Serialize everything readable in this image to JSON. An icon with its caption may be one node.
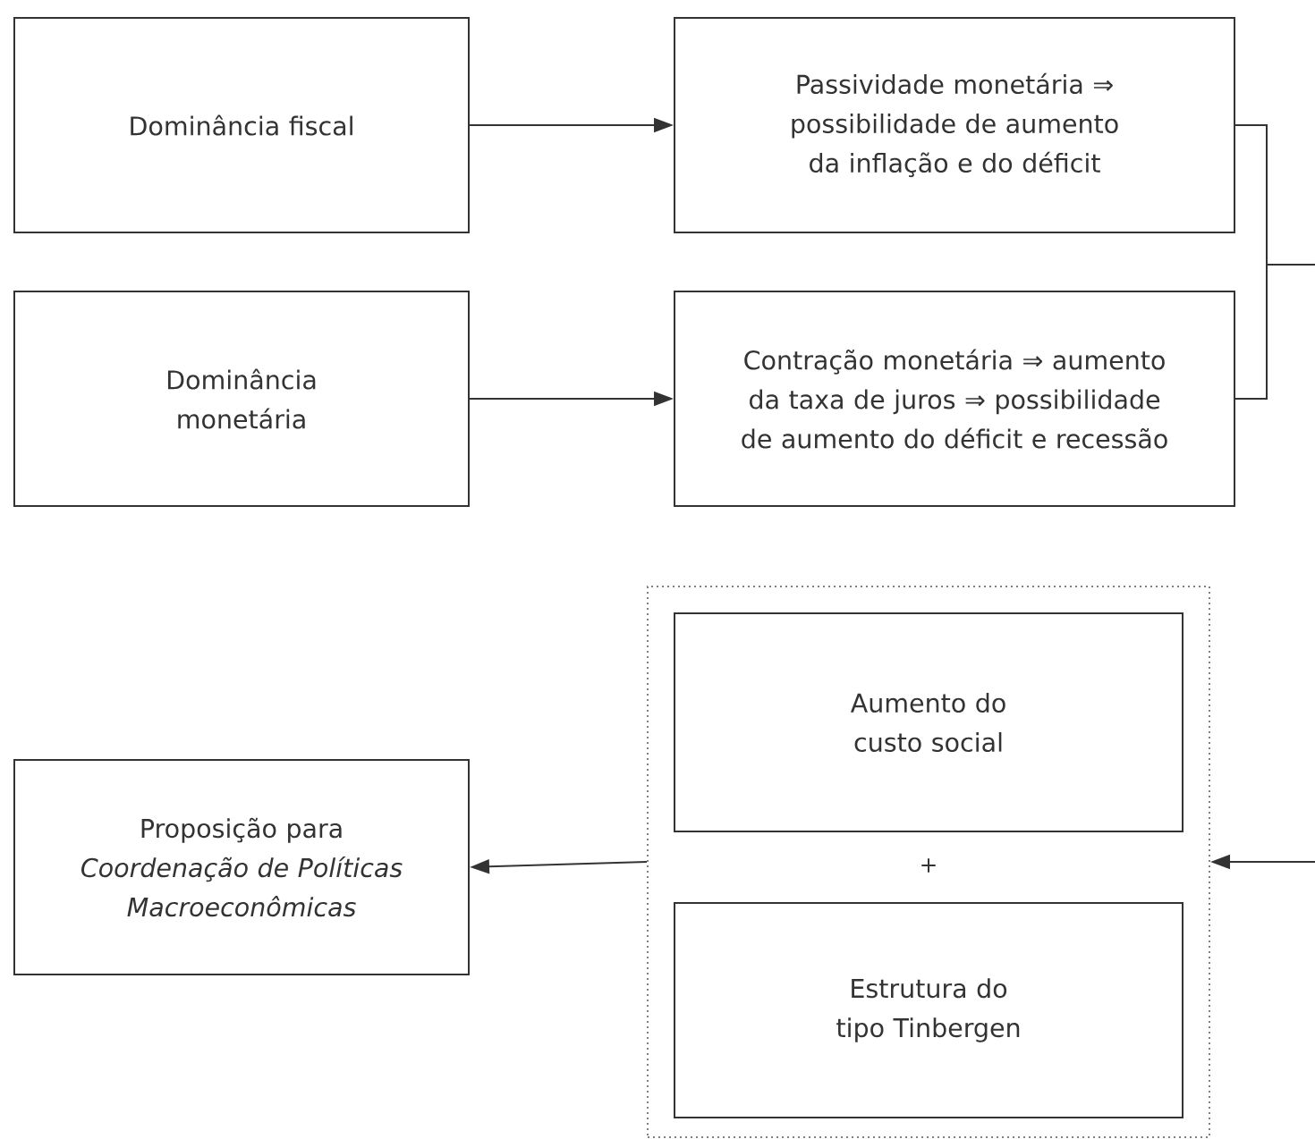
{
  "diagram": {
    "nodes": [
      {
        "text": [
          "Dominância fiscal"
        ]
      },
      {
        "text": [
          "Passividade monetária ⇒ possibilidade de aumento da inflação e do déficit"
        ]
      },
      {
        "text": [
          "Dominância monetária"
        ]
      },
      {
        "text": [
          "Contração monetária ⇒ aumento da taxa de juros ⇒ possibilidade de aumento do déficit e recessão"
        ]
      },
      {
        "text": [],
        "shape": "box"
      },
      {
        "text": [
          "Aumento do custo social"
        ],
        "in": 4
      },
      {
        "text": [
          "Estrutura do tipo Tinbergen"
        ],
        "in": 4
      },
      {
        "text": [
          "Proposição para *Coordenação de Políticas Macroeconômicas*"
        ]
      }
    ],
    "edges": [
      {
        "from": 0,
        "to": 1,
        "arrow": "to"
      },
      {
        "from": 2,
        "to": 3,
        "arrow": "to"
      },
      {
        "from": 1,
        "to": null,
        "arrow": "none"
      },
      {
        "from": 3,
        "to": null,
        "arrow": "none"
      },
      {
        "from": null,
        "to": 4,
        "arrow": "to"
      },
      {
        "from": 4,
        "to": 7,
        "arrow": "to"
      }
    ],
    "labels": [
      "+"
    ]
  }
}
